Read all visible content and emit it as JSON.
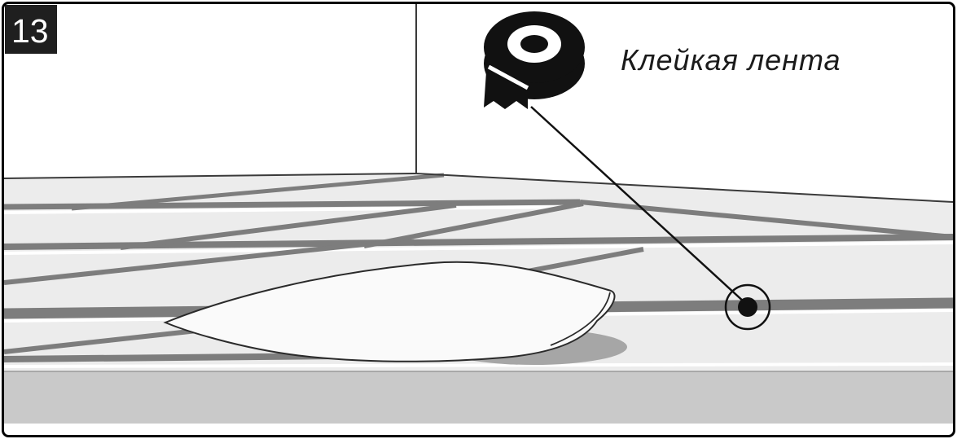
{
  "figure": {
    "step_number": "13",
    "annotation": {
      "label": "Клейкая лента",
      "icon": "tape-roll-icon"
    },
    "scene": {
      "elements": [
        "wall-corner",
        "underlayment-floor-sheets",
        "curled-underlayment-sheet",
        "seam-marker-callout",
        "subfloor-strip"
      ]
    },
    "colors": {
      "frame": "#000000",
      "badge_bg": "#1f1f1f",
      "badge_text": "#ffffff",
      "floor": "#ececec",
      "seam": "#7d7d7d",
      "sheet": "#fafafa",
      "shadow": "#a6a6a6",
      "subfloor": "#c9c9c9",
      "ink": "#111111"
    }
  }
}
